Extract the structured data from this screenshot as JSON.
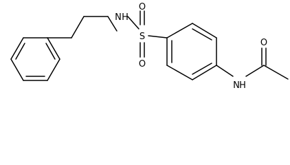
{
  "molecule": {
    "atoms": {
      "nh_sulfonamide": "N",
      "nh_sulfonamide_h": "H",
      "sulfur": "S",
      "oxygen_top": "O",
      "oxygen_bottom": "O",
      "nh_amide": "N",
      "nh_amide_h": "H",
      "oxygen_carbonyl": "O"
    },
    "colors": {
      "line": "#000000",
      "background": "#ffffff"
    }
  }
}
